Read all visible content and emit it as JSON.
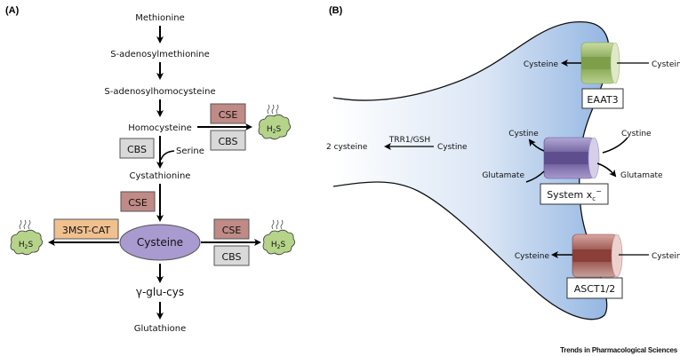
{
  "panel_a": {
    "label": "(A)",
    "metabolites": {
      "methionine": "Methionine",
      "sam": "S-adenosylmethionine",
      "sah": "S-adenosylhomocysteine",
      "homocysteine": "Homocysteine",
      "serine": "Serine",
      "cystathionine": "Cystathionine",
      "cysteine": "Cysteine",
      "gamma_glu_cys": "γ-glu-cys",
      "glutathione": "Glutathione"
    },
    "enzymes": {
      "cse": "CSE",
      "cbs": "CBS",
      "mst": "3MST-CAT"
    },
    "h2s": {
      "h": "H",
      "sub": "2",
      "s": "S"
    },
    "colors": {
      "cse": "#c08a86",
      "cbs": "#d9d9d9",
      "mst": "#f0c08f",
      "cysteine_ellipse": "#a99ad0",
      "h2s_cloud": "#b5d48a"
    }
  },
  "panel_b": {
    "label": "(B)",
    "eaat3": {
      "name": "EAAT3",
      "in": "Cysteine",
      "out": "Cysteine"
    },
    "xc": {
      "name_main": "System x",
      "name_sub": "c",
      "name_sup": "−",
      "cystine_in": "Cystine",
      "cystine_out": "Cystine",
      "glu_in": "Glutamate",
      "glu_out": "Glutamate"
    },
    "asct": {
      "name": "ASCT1/2",
      "in": "Cysteine",
      "out": "Cysteine"
    },
    "reduction": {
      "product": "2 cysteine",
      "enzyme": "TRR1/GSH",
      "substrate": "Cystine"
    },
    "colors": {
      "eaat3": "#8fae5a",
      "xc": "#7a6aa6",
      "asct": "#a05a52",
      "cell_fill": "#a9c4e8"
    }
  },
  "footer": {
    "journal": "Trends in Pharmacological Sciences"
  }
}
